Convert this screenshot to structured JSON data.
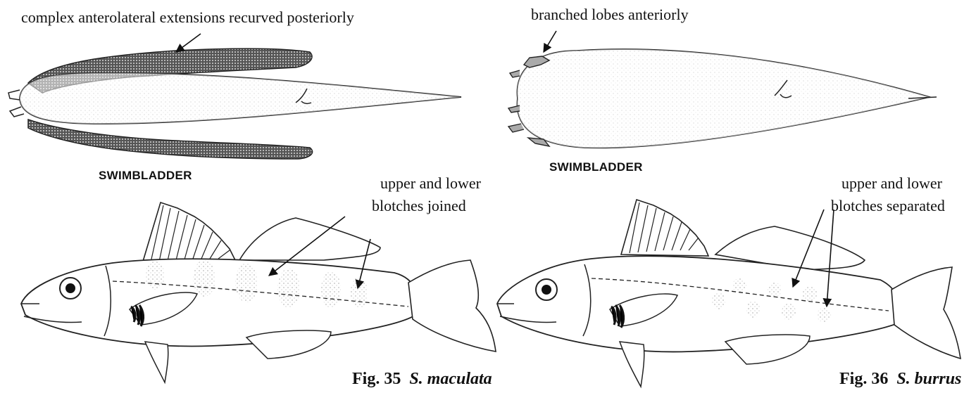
{
  "left_figure": {
    "swimbladder_annotation": "complex anterolateral extensions recurved posteriorly",
    "swimbladder_caption": "SWIMBLADDER",
    "fish_annotation_line1": "upper and lower",
    "fish_annotation_line2": "blotches joined",
    "fig_number": "Fig. 35",
    "species": "S. maculata"
  },
  "right_figure": {
    "swimbladder_annotation": "branched lobes anteriorly",
    "swimbladder_caption": "SWIMBLADDER",
    "fish_annotation_line1": "upper and lower",
    "fish_annotation_line2": "blotches separated",
    "fig_number": "Fig. 36",
    "species": "S. burrus"
  }
}
